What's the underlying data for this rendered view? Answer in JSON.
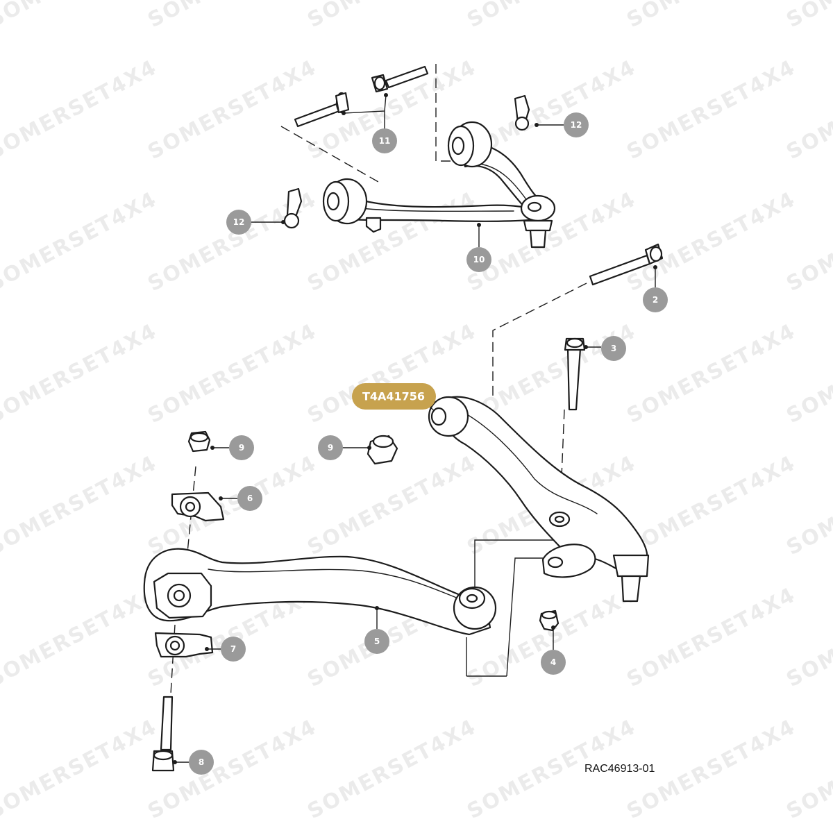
{
  "watermark": {
    "text": "SOMERSET4X4"
  },
  "callouts": [
    {
      "id": "c11",
      "label": "11"
    },
    {
      "id": "c12a",
      "label": "12"
    },
    {
      "id": "c12b",
      "label": "12"
    },
    {
      "id": "c10",
      "label": "10"
    },
    {
      "id": "c2",
      "label": "2"
    },
    {
      "id": "c3",
      "label": "3"
    },
    {
      "id": "c9a",
      "label": "9"
    },
    {
      "id": "c9b",
      "label": "9"
    },
    {
      "id": "c6",
      "label": "6"
    },
    {
      "id": "c7",
      "label": "7"
    },
    {
      "id": "c5",
      "label": "5"
    },
    {
      "id": "c4",
      "label": "4"
    },
    {
      "id": "c8",
      "label": "8"
    }
  ],
  "part_tag": {
    "label": "T4A41756"
  },
  "reference": {
    "label": "RAC46913-01"
  },
  "colors": {
    "callout": "#9a9a9a",
    "tag": "#c7a24e",
    "line": "#1c1c1c",
    "watermark": "#dcdcdc"
  }
}
